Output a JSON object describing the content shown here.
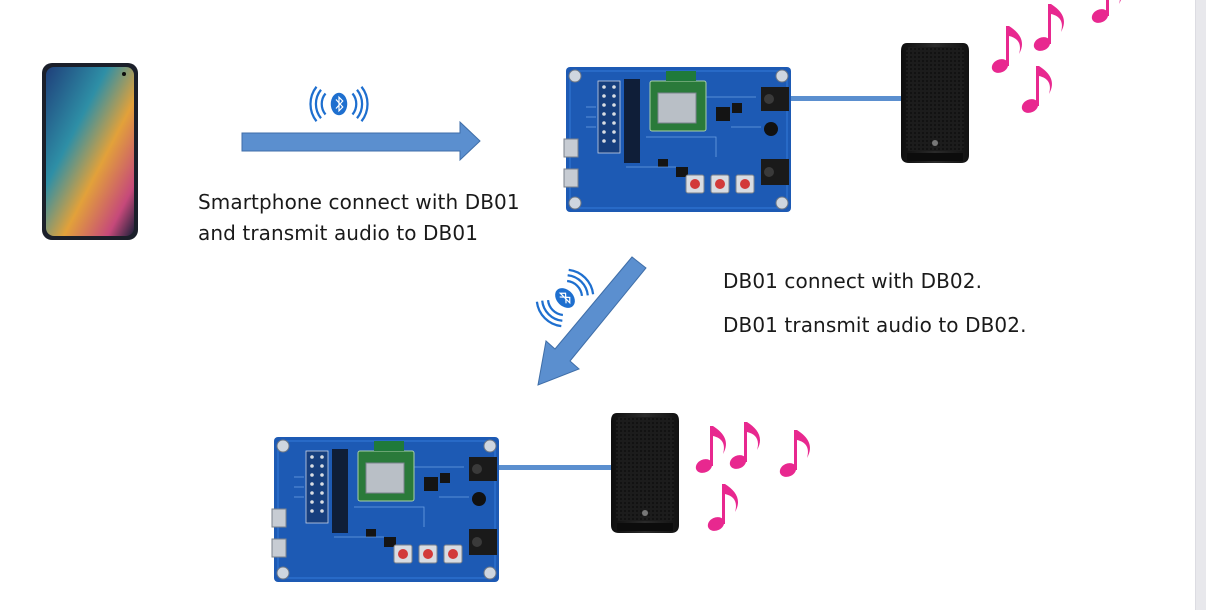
{
  "captions": {
    "phone_to_db01_line1": "Smartphone connect with DB01",
    "phone_to_db01_line2": "and transmit audio to DB01",
    "db01_to_db02_line1": "DB01 connect with DB02.",
    "db01_to_db02_line2": "DB01 transmit audio to DB02."
  },
  "icons": {
    "phone": "smartphone-icon",
    "bluetooth": "bluetooth-wave-icon",
    "board": "dev-board-icon",
    "speaker": "speaker-icon",
    "note": "music-note-icon"
  },
  "colors": {
    "arrow": "#5b8fcf",
    "arrow_stroke": "#3f6ea8",
    "cable": "#5b8fcf",
    "board": "#1d5ab4",
    "note": "#e8288f",
    "speaker": "#1e1e1e",
    "bluetooth": "#1e6fcf"
  }
}
